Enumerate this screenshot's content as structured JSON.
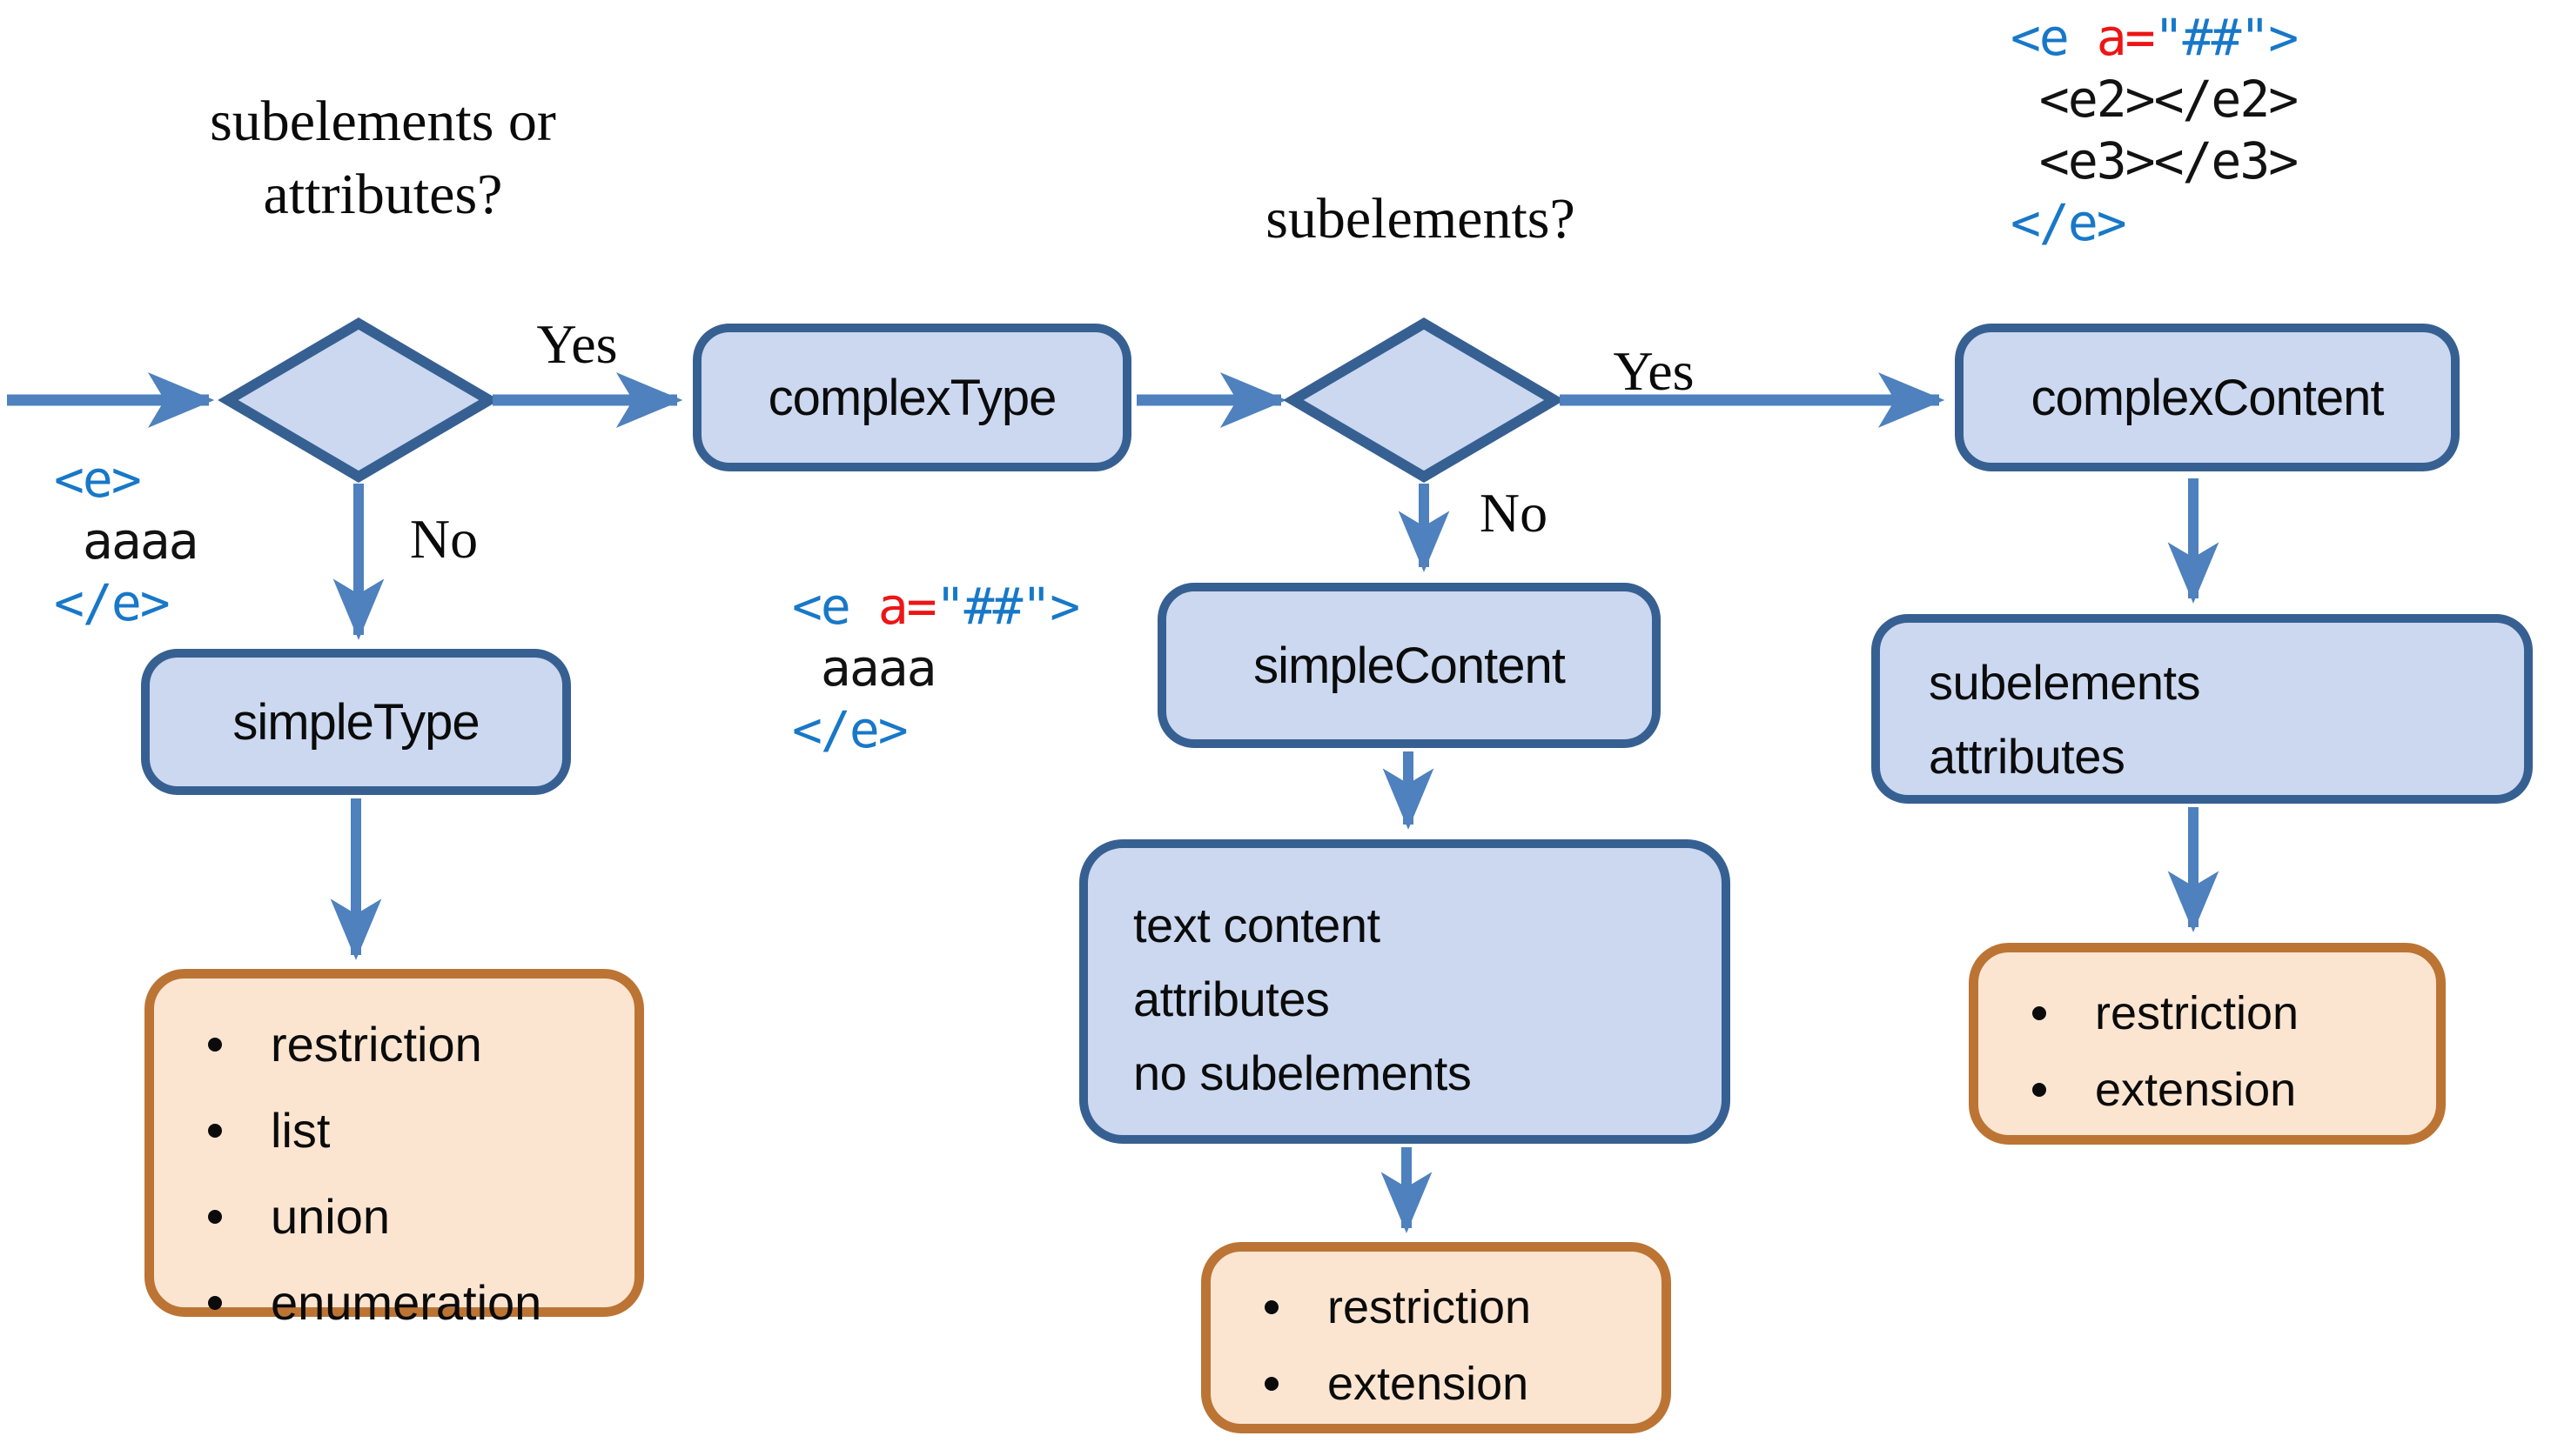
{
  "colors": {
    "node-fill": "#CBD8F0",
    "node-border": "#376092",
    "arrow": "#4E81BD",
    "option-fill": "#FBE5D1",
    "option-border": "#BC7434",
    "code-tag": "#1878C8",
    "code-attr": "#ED1515",
    "code-text": "#121212",
    "text": "#0A0A0A"
  },
  "questions": {
    "q1_lines": [
      "subelements or",
      "attributes?"
    ],
    "q2": "subelements?"
  },
  "branch_labels": {
    "yes1": "Yes",
    "no1": "No",
    "yes2": "Yes",
    "no2": "No"
  },
  "nodes": {
    "complex_type": {
      "label": "complexType"
    },
    "simple_type": {
      "label": "simpleType"
    },
    "simple_content": {
      "label": "simpleContent"
    },
    "complex_content": {
      "label": "complexContent"
    },
    "simple_content_result_lines": [
      "text content",
      "attributes",
      "no subelements"
    ],
    "complex_content_result_lines": [
      "subelements",
      "attributes"
    ],
    "simple_type_options": [
      "restriction",
      "list",
      "union",
      "enumeration"
    ],
    "simple_content_options": [
      "restriction",
      "extension"
    ],
    "complex_content_options": [
      "restriction",
      "extension"
    ]
  },
  "code_samples": {
    "simple_element": [
      [
        {
          "t": "<e>",
          "c": "tag"
        }
      ],
      [
        {
          "t": " aaaa",
          "c": "text"
        }
      ],
      [
        {
          "t": "</e>",
          "c": "tag"
        }
      ]
    ],
    "element_with_attribute": [
      [
        {
          "t": "<e ",
          "c": "tag"
        },
        {
          "t": "a=",
          "c": "attr"
        },
        {
          "t": "\"##\">",
          "c": "tag"
        }
      ],
      [
        {
          "t": " aaaa",
          "c": "text"
        }
      ],
      [
        {
          "t": "</e>",
          "c": "tag"
        }
      ]
    ],
    "element_with_children": [
      [
        {
          "t": "<e ",
          "c": "tag"
        },
        {
          "t": "a=",
          "c": "attr"
        },
        {
          "t": "\"##\">",
          "c": "tag"
        }
      ],
      [
        {
          "t": " <e2></e2>",
          "c": "text"
        }
      ],
      [
        {
          "t": " <e3></e3>",
          "c": "text"
        }
      ],
      [
        {
          "t": "</e>",
          "c": "tag"
        }
      ]
    ]
  }
}
